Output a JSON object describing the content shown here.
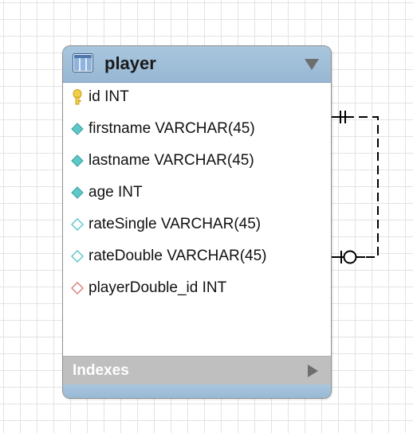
{
  "table": {
    "title": "player",
    "header_color": "#a1bfd9",
    "icon": "table-grid-icon",
    "columns": [
      {
        "name": "id INT",
        "icon": "primary-key-icon",
        "icon_color": "#f2cf4a"
      },
      {
        "name": "firstname VARCHAR(45)",
        "icon": "not-null-column-icon",
        "icon_color": "#5ec8c8"
      },
      {
        "name": "lastname VARCHAR(45)",
        "icon": "not-null-column-icon",
        "icon_color": "#5ec8c8"
      },
      {
        "name": "age INT",
        "icon": "not-null-column-icon",
        "icon_color": "#5ec8c8"
      },
      {
        "name": "rateSingle VARCHAR(45)",
        "icon": "nullable-column-icon",
        "icon_color": "#5ec8c8"
      },
      {
        "name": "rateDouble VARCHAR(45)",
        "icon": "nullable-column-icon",
        "icon_color": "#5ec8c8"
      },
      {
        "name": "playerDouble_id INT",
        "icon": "foreign-key-column-icon",
        "icon_color": "#d98080"
      }
    ],
    "indexes_label": "Indexes",
    "indexes_bar_color": "#bfbfbf"
  },
  "relationship": {
    "type": "self-referencing one-to-many",
    "one_end": "mandatory-one",
    "many_end": "optional-one"
  }
}
